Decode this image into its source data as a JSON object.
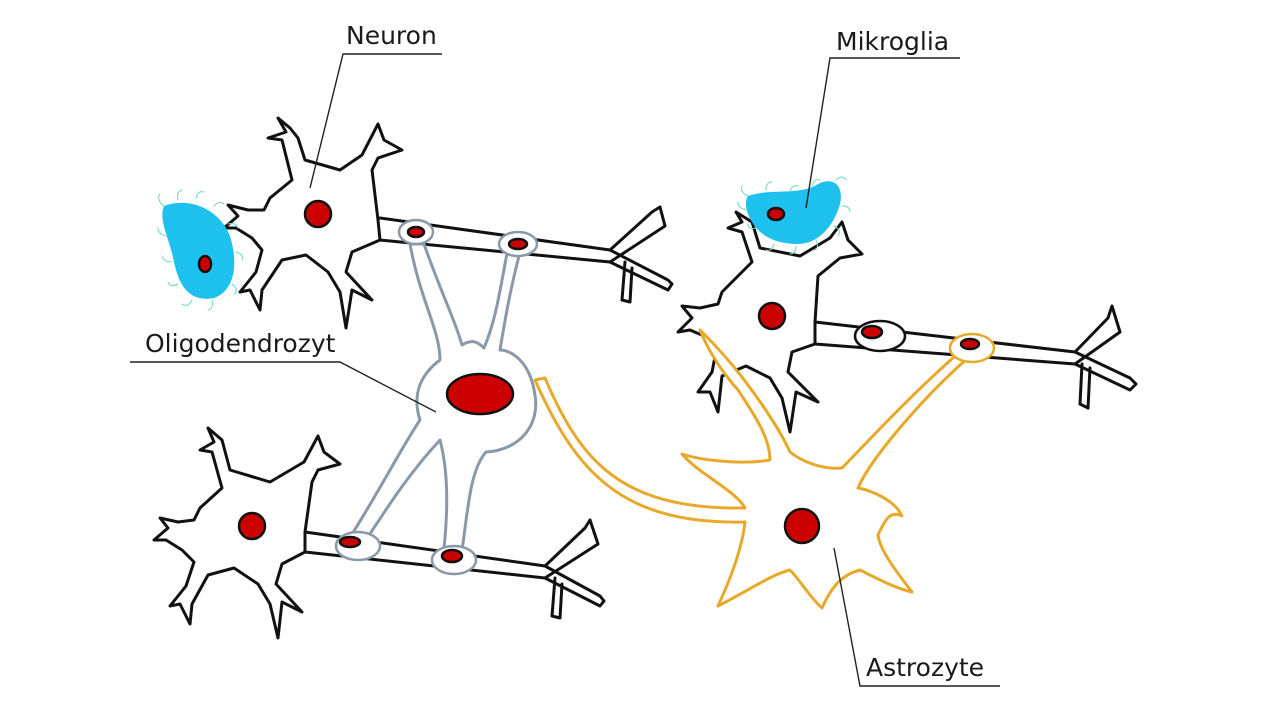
{
  "labels": {
    "neuron": "Neuron",
    "microglia": "Mikroglia",
    "oligodendrocyte": "Oligodendrozyt",
    "astrocyte": "Astrozyte"
  },
  "colors": {
    "nucleus": "#cc0000",
    "neuron_outline": "#111111",
    "oligodendrocyte_outline": "#8a98a8",
    "astrocyte_outline": "#e8a92a",
    "microglia_fill": "#1ec0ee",
    "microglia_hairs": "#6fd6c2"
  }
}
